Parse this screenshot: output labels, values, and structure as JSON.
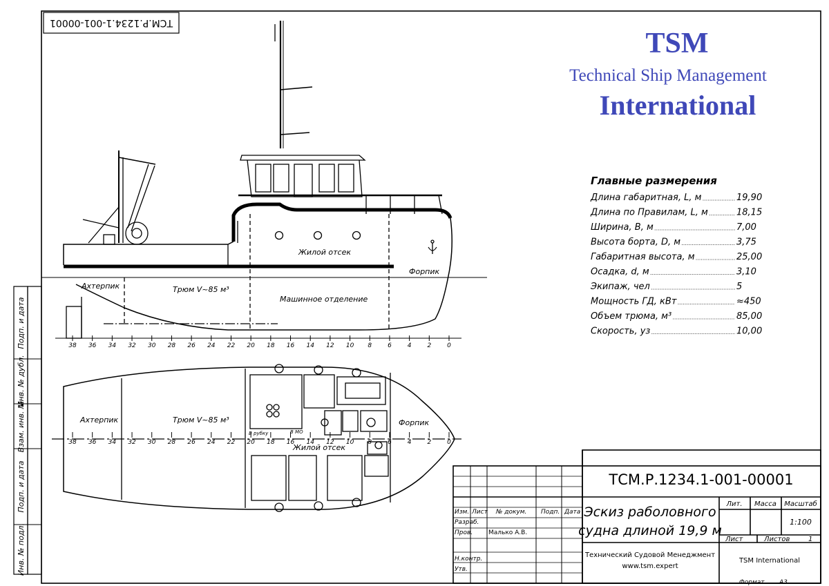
{
  "stamp_code_rotated": "ТСМ.Р.1234.1-001-00001",
  "logo": {
    "title": "TSM",
    "subtitle": "Technical Ship Management",
    "tagline": "International"
  },
  "dimensions": {
    "heading": "Главные размерения",
    "rows": [
      {
        "label": "Длина габаритная, L, м",
        "value": "19,90"
      },
      {
        "label": "Длина по Правилам, L, м",
        "value": "18,15"
      },
      {
        "label": "Ширина, В, м",
        "value": "7,00"
      },
      {
        "label": "Высота борта, D, м",
        "value": "3,75"
      },
      {
        "label": "Габаритная высота, м",
        "value": "25,00"
      },
      {
        "label": "Осадка, d, м",
        "value": "3,10"
      },
      {
        "label": "Экипаж, чел",
        "value": "5"
      },
      {
        "label": "Мощность ГД, кВт",
        "value": "≈450"
      },
      {
        "label": "Объем трюма, м³",
        "value": "85,00"
      },
      {
        "label": "Скорость, уз",
        "value": "10,00"
      }
    ]
  },
  "profile_labels": {
    "accommodation": "Жилой отсек",
    "forepeak": "Форпик",
    "afterpeak": "Ахтерпик",
    "hold": "Трюм V~85 м³",
    "engine_room": "Машинное отделение"
  },
  "plan_labels": {
    "afterpeak": "Ахтерпик",
    "hold": "Трюм V~85 м³",
    "forepeak": "Форпик",
    "accommodation": "Жилой отсек",
    "wheelhouse_access": "В рубку",
    "to_engine": "В МО"
  },
  "frame_numbers": [
    "38",
    "36",
    "34",
    "32",
    "30",
    "28",
    "26",
    "24",
    "22",
    "20",
    "18",
    "16",
    "14",
    "12",
    "10",
    "8",
    "6",
    "4",
    "2",
    "0"
  ],
  "title_block": {
    "code": "ТСМ.Р.1234.1-001-00001",
    "drawing_title_line1": "Эскиз раболовного",
    "drawing_title_line2": "судна длиной 19,9 м",
    "col_headers": [
      "Изм.",
      "Лист",
      "№ докум.",
      "Подп.",
      "Дата"
    ],
    "rows": [
      "Разраб.",
      "Пров.",
      "",
      "Н.контр.",
      "Утв."
    ],
    "checked_by": "Малько А.В.",
    "lit_label": "Лит.",
    "mass_label": "Масса",
    "scale_label": "Масштаб",
    "scale_value": "1:100",
    "sheet_label": "Лист",
    "sheets_label": "Листов",
    "sheets_value": "1",
    "company_line1": "Технический Судовой Менеджмент",
    "company_line2": "www.tsm.expert",
    "company_short": "TSM International",
    "format_label": "Формат",
    "format_value": "А3"
  },
  "side_strip": [
    "Подп. и дата",
    "Инв. № дубл.",
    "Взам. инв. №",
    "Подп. и дата",
    "Инв. № подл."
  ]
}
